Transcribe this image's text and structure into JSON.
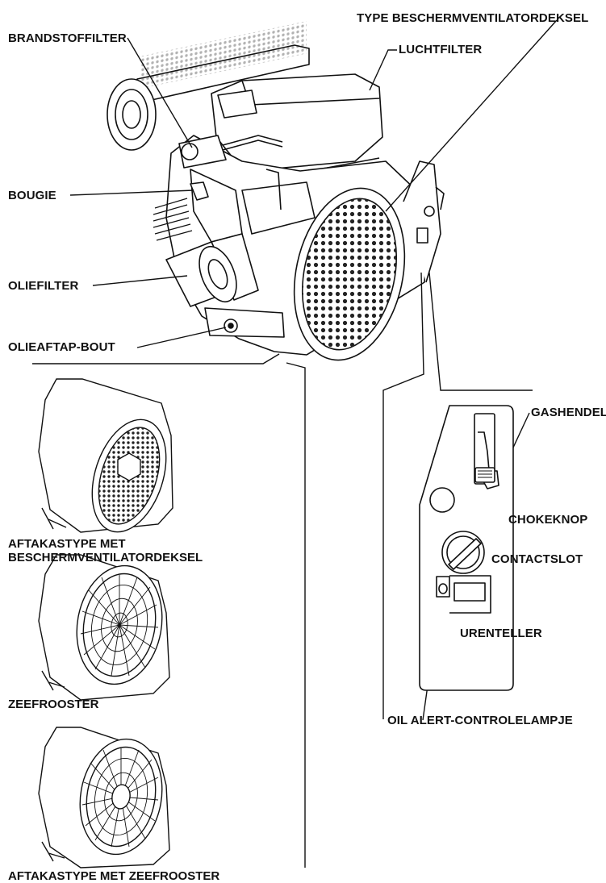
{
  "labels": {
    "fan_cover_type": "TYPE BESCHERMVENTILATORDEKSEL",
    "air_filter": "LUCHTFILTER",
    "fuel_filter": "BRANDSTOFFILTER",
    "spark_plug": "BOUGIE",
    "oil_filter": "OLIEFILTER",
    "oil_drain_bolt": "OLIEAFTAP-BOUT",
    "throttle_lever": "GASHENDEL",
    "choke_knob": "CHOKEKNOP",
    "ignition_switch": "CONTACTSLOT",
    "hour_meter": "URENTELLER",
    "oil_alert_lamp": "OIL ALERT-CONTROLELAMPJE"
  },
  "variants": [
    {
      "caption_line1": "AFTAKASTYPE MET",
      "caption_line2": "BESCHERMVENTILATORDEKSEL"
    },
    {
      "caption_line1": "ZEEFROOSTER"
    },
    {
      "caption_line1": "AFTAKASTYPE MET ZEEFROOSTER"
    }
  ]
}
